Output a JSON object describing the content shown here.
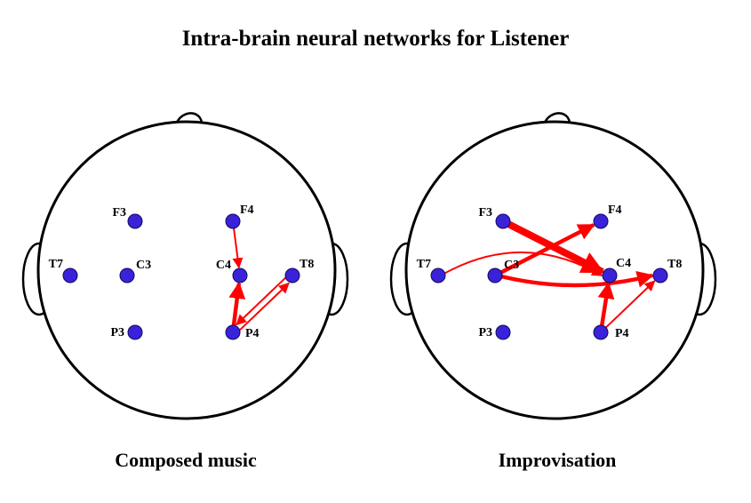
{
  "title": "Intra-brain neural networks for Listener",
  "colors": {
    "node": "#3a22d8",
    "node_stroke": "#0f0a60",
    "edge": "#ff0000",
    "outline": "#000000"
  },
  "panels": [
    {
      "caption": "Composed music",
      "electrodes": [
        "F3",
        "F4",
        "T7",
        "C3",
        "C4",
        "T8",
        "P3",
        "P4"
      ],
      "connections": [
        {
          "from": "F4",
          "to": "C4",
          "weight": 1
        },
        {
          "from": "P4",
          "to": "C4",
          "weight": 2
        },
        {
          "from": "P4",
          "to": "T8",
          "weight": 1
        },
        {
          "from": "T8",
          "to": "P4",
          "weight": 1
        }
      ]
    },
    {
      "caption": "Improvisation",
      "electrodes": [
        "F3",
        "F4",
        "T7",
        "C3",
        "C4",
        "T8",
        "P3",
        "P4"
      ],
      "connections": [
        {
          "from": "F3",
          "to": "C4",
          "weight": 3
        },
        {
          "from": "C3",
          "to": "F4",
          "weight": 2
        },
        {
          "from": "T7",
          "to": "C4",
          "weight": 1
        },
        {
          "from": "C3",
          "to": "T8",
          "weight": 2
        },
        {
          "from": "P4",
          "to": "C4",
          "weight": 2
        },
        {
          "from": "P4",
          "to": "T8",
          "weight": 1
        }
      ]
    }
  ]
}
